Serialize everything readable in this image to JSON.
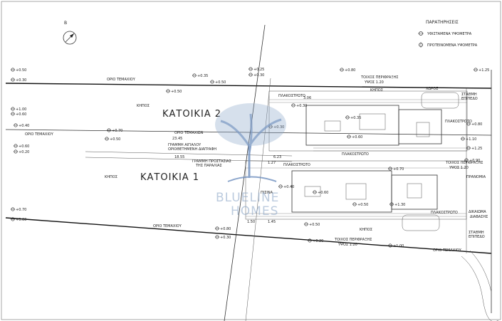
{
  "north_label": "Β",
  "legend": {
    "title": "ΠΑΡΑΤΗΡΗΣΕΙΣ",
    "items": [
      "ΥΦΙΣΤΑΜΕΝΑ ΥΨΟΜΕΤΡΑ",
      "ΠΡΟΤΕΙΝΟΜΕΝΑ ΥΨΟΜΕΤΡΑ"
    ]
  },
  "house_labels": [
    "ΚΑΤΟΙΚΙΑ 2",
    "ΚΑΤΟΙΚΙΑ 1"
  ],
  "labels": {
    "plot_boundary": "ΟΡΙΟ ΤΕΜΑΧΙΟΥ",
    "plot_boundaries": "ΟΡΙΟ ΤΕΜΑΧΙΩΝ",
    "garden": "ΚΗΠΟΣ",
    "paving": "ΠΛΑΚΟΣΤΡΩΤΟ",
    "retaining_wall": "ΤΟΙΧΟΣ ΠΕΡΙΦΡΑΞΗΣ",
    "wall_height": "ΥΨΟΣ 1.20",
    "coast_line_1": "ΓΡΑΜΜΗ ΑΙΓΙΑΛΟΥ",
    "coast_line_2": "ΟΡΙΟΘΕΤΗΜΕΝΗ ΔΙΑΓΡΑΦΗ",
    "protection_line_1": "ΓΡΑΜΜΗ ΠΡΟΣΤΑΣΙΑΣ",
    "protection_line_2": "ΤΗΣ ΠΑΡΑΛΙΑΣ",
    "pool": "ΠΙΣΙΝΑ",
    "yard": "ΧΩΡΟΣ",
    "slope": "ΠΡΑΝΟΜΙΑ",
    "access_1": "ΔΙΚΑΙΩΜΑ",
    "access_2": "ΔΙΑΒΑΣΗΣ",
    "level_1": "ΣΤΑΘΜΗ",
    "level_2": "ΕΠΙΠΕΔΟ"
  },
  "elevations": [
    "+0.50",
    "+0.30",
    "+0.35",
    "+0.50",
    "+0.25",
    "+0.30",
    "+0.80",
    "+0.50",
    "+1.25",
    "+1.00",
    "+0.60",
    "+0.40",
    "+0.70",
    "+0.50",
    "+0.60",
    "+0.20",
    "+0.30",
    "+0.30",
    "+0.35",
    "+0.60",
    "+0.80",
    "+1.10",
    "+1.25",
    "+0.90",
    "+0.70",
    "+1.30",
    "+0.50",
    "+0.60",
    "+0.40",
    "+0.70",
    "+0.60",
    "+0.80",
    "+0.30",
    "+0.50",
    "+0.20",
    "+1.00"
  ],
  "dimensions": [
    "23.45",
    "18.55",
    "3.06",
    "1.45",
    "1.50",
    "1.27",
    "6.23"
  ],
  "watermark": {
    "line1": "BLUELINE",
    "line2": "HOMES"
  }
}
